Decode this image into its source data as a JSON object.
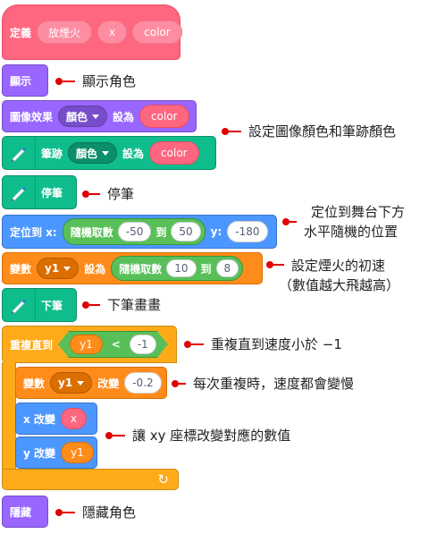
{
  "blocks": {
    "define": {
      "label": "定義",
      "name": "放煙火",
      "param1": "x",
      "param2": "color"
    },
    "show": {
      "label": "顯示"
    },
    "image_effect": {
      "label": "圖像效果",
      "option": "顏色",
      "set_to": "設為",
      "value": "color"
    },
    "pen_color": {
      "label": "筆跡",
      "option": "顏色",
      "set_to": "設為",
      "value": "color"
    },
    "pen_up": {
      "label": "停筆"
    },
    "goto_xy": {
      "label": "定位到 x:",
      "rand_label": "隨機取數",
      "from": "-50",
      "to_word": "到",
      "to": "50",
      "y_label": "y:",
      "y_value": "-180"
    },
    "set_var": {
      "label": "變數",
      "var": "y1",
      "set_to": "設為",
      "rand_label": "隨機取數",
      "from": "10",
      "to_word": "到",
      "to": "8"
    },
    "pen_down": {
      "label": "下筆"
    },
    "repeat": {
      "label": "重複直到",
      "left": "y1",
      "op": "<",
      "right": "-1"
    },
    "change_var": {
      "label": "變數",
      "var": "y1",
      "change": "改變",
      "value": "-0.2"
    },
    "change_x": {
      "label": "x 改變",
      "value": "x"
    },
    "change_y": {
      "label": "y 改變",
      "value": "y1"
    },
    "loop_arrow": "↻",
    "hide": {
      "label": "隱藏"
    }
  },
  "annotations": {
    "show": "顯示角色",
    "pen_color": "設定圖像顏色和筆跡顏色",
    "pen_up": "停筆",
    "goto_line1": "定位到舞台下方",
    "goto_line2": "水平隨機的位置",
    "set_var_line1": "設定煙火的初速",
    "set_var_line2": "（數值越大飛越高）",
    "pen_down": "下筆畫畫",
    "repeat": "重複直到速度小於 −1",
    "change_var": "每次重複時，速度都會變慢",
    "change_xy": "讓 xy 座標改變對應的數值",
    "hide": "隱藏角色"
  },
  "colors": {
    "events": "#ff6680",
    "looks": "#9966ff",
    "pen": "#0fbd8c",
    "motion": "#4c97ff",
    "control": "#ffab19",
    "annotation": "#e00000"
  }
}
